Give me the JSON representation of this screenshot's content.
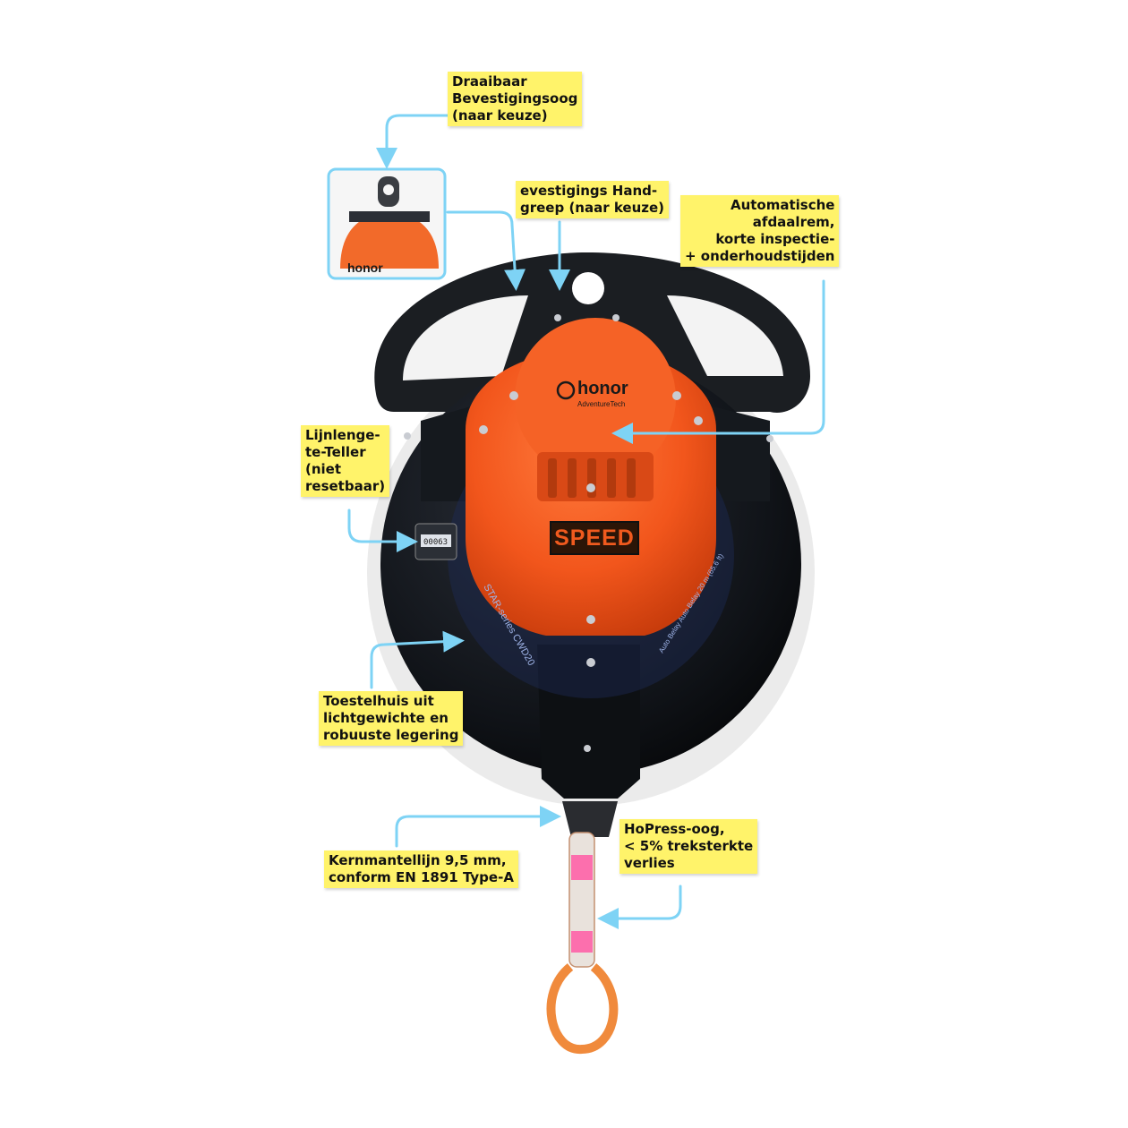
{
  "colors": {
    "note_bg": "#fff36a",
    "arrow": "#7ed3f5",
    "housing": "#111418",
    "orange": "#f2561c",
    "rope_pink": "#ff5aa5"
  },
  "callouts": {
    "swivel_eye": {
      "lines": [
        "Draaibaar",
        "Bevestigingsoog",
        "(naar keuze)"
      ]
    },
    "handle": {
      "lines": [
        "evestigings Hand-",
        "greep (naar keuze)"
      ]
    },
    "brake": {
      "lines": [
        "Automatische",
        "afdaalrem,",
        "korte inspectie-",
        "+ onderhoudstijden"
      ]
    },
    "counter": {
      "lines": [
        "Lijnlenge-",
        "te-Teller",
        "(niet",
        "resetbaar)"
      ]
    },
    "housing": {
      "lines": [
        "Toestelhuis uit",
        "lichtgewichte en",
        "robuuste legering"
      ]
    },
    "rope": {
      "lines": [
        "Kernmantellijn 9,5 mm,",
        "conform EN 1891 Type-A"
      ]
    },
    "hopress": {
      "lines": [
        "HoPress-oog,",
        "< 5% treksterkte",
        "verlies"
      ]
    }
  },
  "device": {
    "speed_label": "SPEED",
    "brand": "honor",
    "brand_sub": "AdventureTech",
    "series_label": "STAR-series CWD20",
    "rim_text": "Auto Belay Auto Belay 20 m (65.6 ft)",
    "counter_value": "00063"
  }
}
